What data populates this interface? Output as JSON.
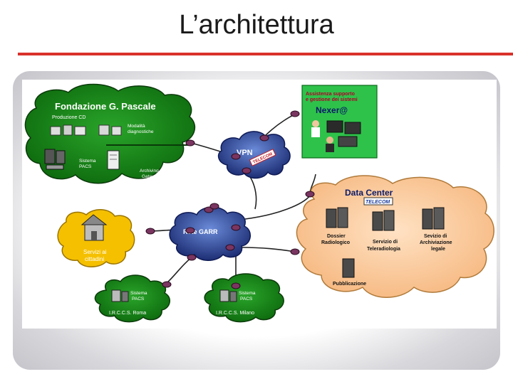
{
  "slide": {
    "title": "L’architettura"
  },
  "diagram": {
    "pascale": {
      "title": "Fondazione G. Pascale",
      "production": "Produzione CD",
      "modalities": [
        "Modalità",
        "diagnostiche"
      ],
      "pacs": [
        "Sistema",
        "PACS"
      ],
      "archiving": [
        "Archiving",
        "Gateway"
      ]
    },
    "vpn": {
      "label": "VPN",
      "stamp": "TELECOM"
    },
    "nexera": {
      "support": [
        "Assistenza supporto",
        "e gestione dei sistemi"
      ],
      "logo": "Nexer@"
    },
    "garr": {
      "label": "Rete GARR"
    },
    "datacenter": {
      "title": "Data Center",
      "logo": "TELECOM",
      "dossier": [
        "Dossier",
        "Radiologico"
      ],
      "teleradiology": [
        "Servizio di",
        "Teleradiologia"
      ],
      "archive": [
        "Sevizio di",
        "Archiviazione",
        "legale"
      ],
      "publishing": "Pubblicazione"
    },
    "citizens": {
      "label": [
        "Servizi ai",
        "cittadini"
      ]
    },
    "roma": {
      "pacs": [
        "Sistema",
        "PACS"
      ],
      "name": "I.R.C.C.S. Roma"
    },
    "milano": {
      "pacs": [
        "Sistema",
        "PACS"
      ],
      "name": "I.R.C.C.S. Milano"
    },
    "colors": {
      "green_cloud": "#1a8a1a",
      "green_dark": "#0a4a0a",
      "orange_cloud": "#f9c99a",
      "yellow_cloud": "#f5c000",
      "blue_cloud": "#2c3f8a",
      "router": "#7a3560",
      "nexera_bg": "#2ec24a"
    }
  }
}
